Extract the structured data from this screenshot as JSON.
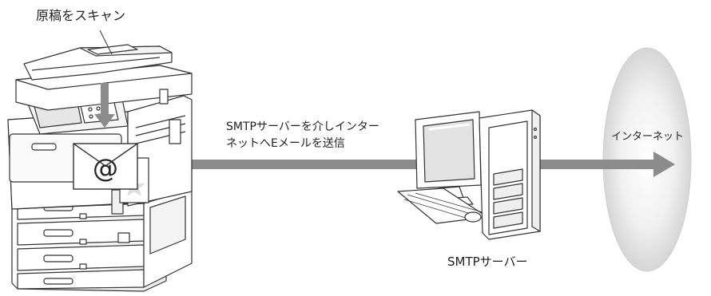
{
  "labels": {
    "scan": "原稿をスキャン",
    "send_line1": "SMTPサーバーを介しインター",
    "send_line2": "ネットへEメールを送信",
    "smtp_server": "SMTPサーバー",
    "internet": "インターネット"
  },
  "icons": {
    "mail": "@"
  },
  "colors": {
    "arrow": "#8c8c8c",
    "line": "#333333",
    "internet_fill": "#d9d9d9"
  }
}
